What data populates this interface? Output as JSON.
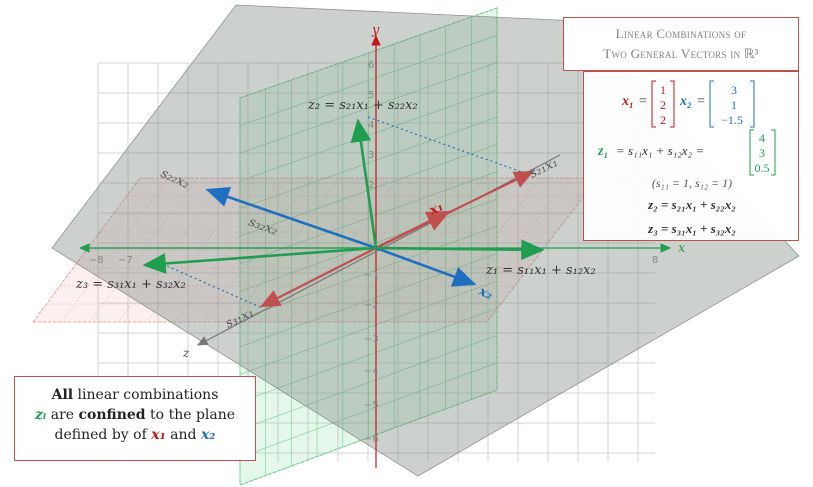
{
  "title": {
    "line1": "Linear Combinations of",
    "line2": "Two General Vectors in ℝ³"
  },
  "axes": {
    "x": "x",
    "y": "y",
    "z": "z"
  },
  "x_ticks": [
    "−8",
    "−7",
    "8"
  ],
  "y_ticks": [
    "6",
    "5",
    "4",
    "3",
    "2",
    "1",
    "−1",
    "−2",
    "−3",
    "−4",
    "−5",
    "−6"
  ],
  "info": {
    "x1_name": "x₁",
    "x1_vec": [
      "1",
      "2",
      "2"
    ],
    "x2_name": "x₂",
    "x2_vec": [
      "3",
      "1",
      "−1.5"
    ],
    "z1_lhs": "z₁",
    "z1_rhs": "= s₁₁x₁ + s₁₂x₂ =",
    "z1_vec": [
      "4",
      "3",
      "0.5"
    ],
    "coef_note": "(s₁₁ = 1, s₁₂ = 1)",
    "z2_eq": "z₂ = s₂₁x₁ + s₂₂x₂",
    "z3_eq": "z₃ = s₃₁x₁ + s₃₂x₂"
  },
  "labels": {
    "z2": "z₂ = s₂₁x₁ + s₂₂x₂",
    "z1": "z₁ = s₁₁x₁ + s₁₂x₂",
    "z3": "z₃ = s₃₁x₁ + s₃₂x₂",
    "s21x1": "s₂₁x₁",
    "s22x2": "s₂₂x₂",
    "s32x2": "s₃₂x₂",
    "s31x1": "s₃₁x₁",
    "x1": "x₁",
    "x2": "x₂"
  },
  "note": {
    "w_all": "All",
    "t1": " linear combinations",
    "zi": "zᵢ",
    "t2": " are ",
    "w_conf": "confined",
    "t3": " to the plane",
    "t4": "defined by of ",
    "x1": "x₁",
    "t5": " and ",
    "x2": "x₂"
  },
  "colors": {
    "red": "#c0181b",
    "blue": "#1f6fc1",
    "green": "#1f9e50",
    "grid": "#bdbdbd",
    "plane": "#8f9a92",
    "frame": "#c0504d"
  }
}
